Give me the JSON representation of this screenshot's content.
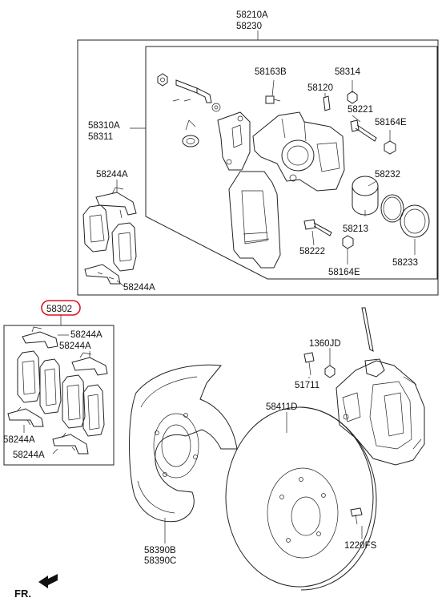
{
  "labels": {
    "assy_a": "58210A",
    "assy_b": "58230",
    "caliper_a": "58310A",
    "caliper_b": "58311",
    "p58163b": "58163B",
    "p58314": "58314",
    "p58120": "58120",
    "p58221": "58221",
    "p58164e_top": "58164E",
    "p58244a_in1": "58244A",
    "p58244a_in2": "58244A",
    "p58232": "58232",
    "p58213": "58213",
    "p58222": "58222",
    "p58233": "58233",
    "p58164e_bot": "58164E",
    "pad_kit": "58302",
    "p58244a_k1": "58244A",
    "p58244a_k2": "58244A",
    "p58244a_k3": "58244A",
    "p58244a_k4": "58244A",
    "p1360jd": "1360JD",
    "p51711": "51711",
    "p58411d": "58411D",
    "p1220fs": "1220FS",
    "shield_a": "58390B",
    "shield_b": "58390C",
    "front": "FR."
  },
  "colors": {
    "line": "#222222",
    "highlight": "#e0141e"
  }
}
